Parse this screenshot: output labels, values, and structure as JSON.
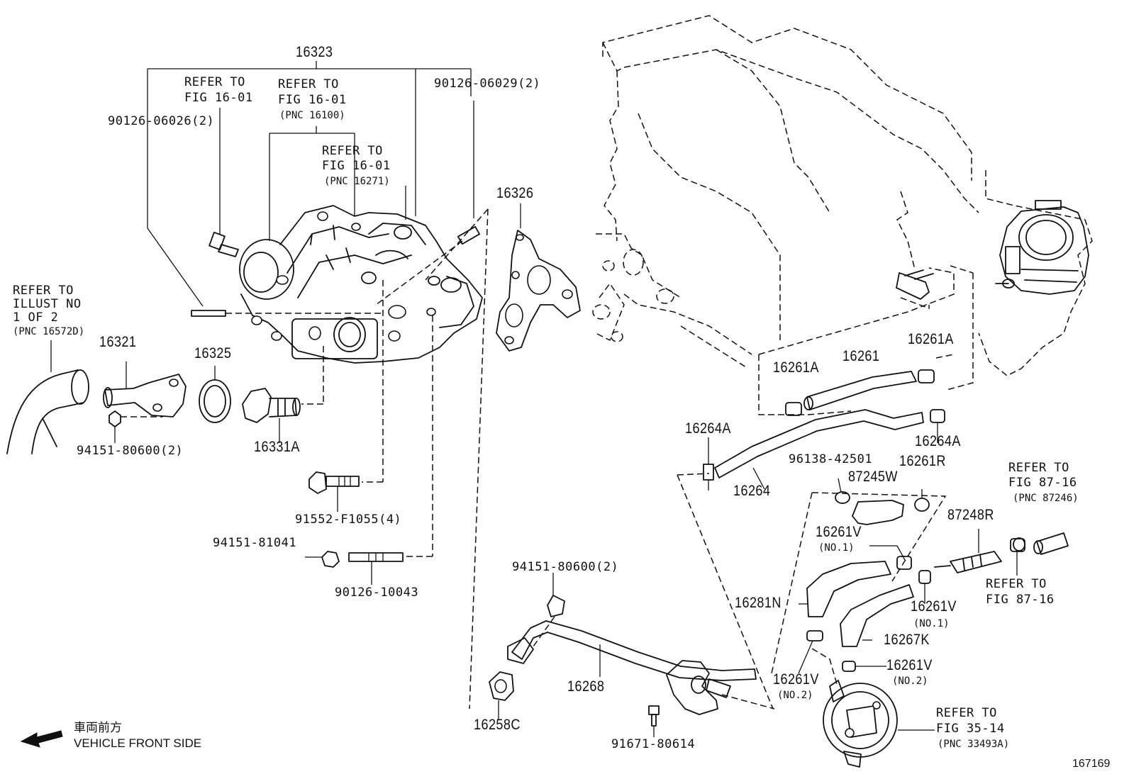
{
  "diagram": {
    "illustration_number": "167169",
    "direction": {
      "japanese": "車両前方",
      "english": "VEHICLE FRONT SIDE",
      "icon": "front-arrow-icon"
    },
    "labels": {
      "p16323": "16323",
      "ref_16100_a": "REFER TO",
      "ref_16100_b": "FIG 16-01",
      "ref_16100_c": "(PNC 16100)",
      "ref_1601_a": "REFER TO",
      "ref_1601_b": "FIG 16-01",
      "ref_16271_a": "REFER TO",
      "ref_16271_b": "FIG 16-01",
      "ref_16271_c": "(PNC 16271)",
      "p90126_06026": "90126-06026(2)",
      "p90126_06029": "90126-06029(2)",
      "p16326": "16326",
      "ref_illust_a": "REFER TO",
      "ref_illust_b": "ILLUST NO",
      "ref_illust_c": "1 OF 2",
      "ref_illust_d": "(PNC 16572D)",
      "p16321": "16321",
      "p16325": "16325",
      "p16331A": "16331A",
      "p94151_80600_a": "94151-80600(2)",
      "p91552": "91552-F1055(4)",
      "p94151_81041": "94151-81041",
      "p90126_10043": "90126-10043",
      "p16261A_l": "16261A",
      "p16261": "16261",
      "p16261A_r": "16261A",
      "p16264A_l": "16264A",
      "p16264A_r": "16264A",
      "p16264": "16264",
      "p96138": "96138-42501",
      "p87245W": "87245W",
      "p16261R": "16261R",
      "ref_87246_a": "REFER TO",
      "ref_87246_b": "FIG 87-16",
      "ref_87246_c": "(PNC 87246)",
      "p87248R": "87248R",
      "p16261V_a": "16261V",
      "no1_a": "(NO.1)",
      "ref_8716_a": "REFER TO",
      "ref_8716_b": "FIG 87-16",
      "p16281N": "16281N",
      "p16261V_b": "16261V",
      "no1_b": "(NO.1)",
      "p16267K": "16267K",
      "p16261V_c": "16261V",
      "no2_c": "(NO.2)",
      "p16261V_d": "16261V",
      "no2_d": "(NO.2)",
      "p94151_80600_b": "94151-80600(2)",
      "p16268": "16268",
      "p16258C": "16258C",
      "p91671": "91671-80614",
      "ref_3514_a": "REFER TO",
      "ref_3514_b": "FIG 35-14",
      "ref_3514_c": "(PNC 33493A)"
    }
  }
}
